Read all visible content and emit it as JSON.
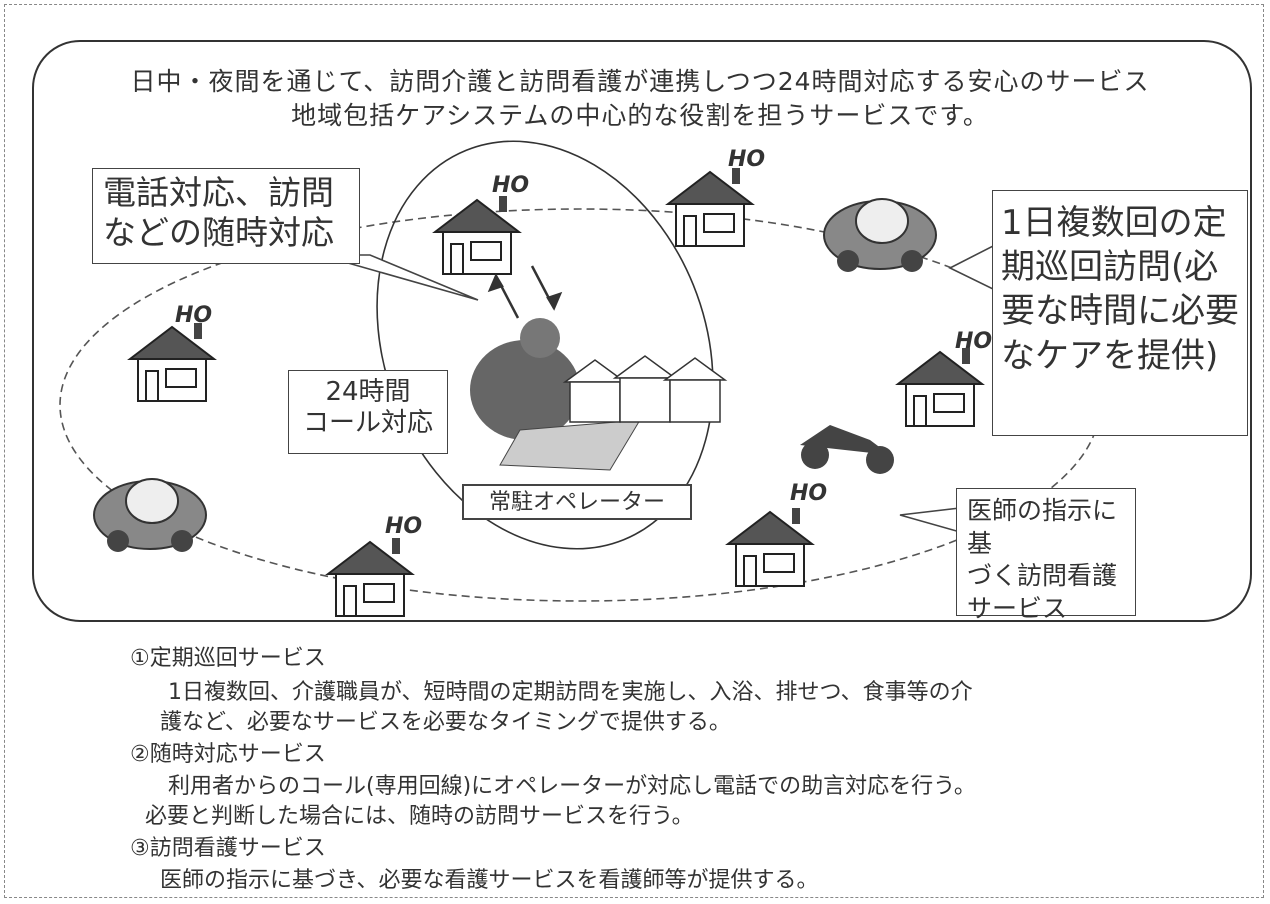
{
  "headline": {
    "line1": "日中・夜間を通じて、訪問介護と訪問看護が連携しつつ24時間対応する安心のサービス",
    "line2": "地域包括ケアシステムの中心的な役割を担うサービスです。"
  },
  "callouts": {
    "phone": [
      "電話対応、訪問",
      "などの随時対応"
    ],
    "call24": [
      "24時間",
      "コール対応"
    ],
    "operator": "常駐オペレーター",
    "patrol": [
      "1日複数回の定",
      "期巡回訪問(必",
      "要な時間に必要",
      "なケアを提供)"
    ],
    "nursing": [
      "医師の指示に基",
      "づく訪問看護",
      "サービス"
    ]
  },
  "house_mark": "HO",
  "sections": [
    {
      "heading": "①定期巡回サービス",
      "lines": [
        "1日複数回、介護職員が、短時間の定期訪問を実施し、入浴、排せつ、食事等の介",
        "護など、必要なサービスを必要なタイミングで提供する。"
      ]
    },
    {
      "heading": "②随時対応サービス",
      "lines": [
        "利用者からのコール(専用回線)にオペレーターが対応し電話での助言対応を行う。",
        "必要と判断した場合には、随時の訪問サービスを行う。"
      ]
    },
    {
      "heading": "③訪問看護サービス",
      "lines": [
        "医師の指示に基づき、必要な看護サービスを看護師等が提供する。"
      ]
    }
  ]
}
